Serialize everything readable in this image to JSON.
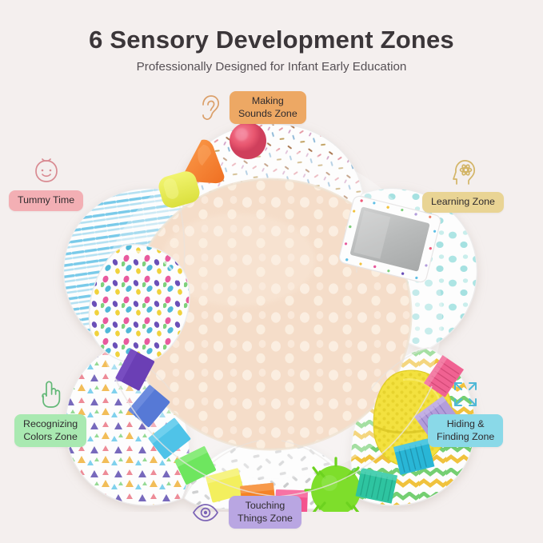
{
  "header": {
    "title": "6 Sensory Development Zones",
    "subtitle": "Professionally Designed for Infant Early Education"
  },
  "zones": [
    {
      "id": "tummy",
      "label": "Tummy Time",
      "icon": "baby-face-icon",
      "color": "#f3afb4",
      "icon_color": "#d98b92"
    },
    {
      "id": "sound",
      "label": "Making\nSounds Zone",
      "icon": "ear-icon",
      "color": "#eda864",
      "icon_color": "#dba06a"
    },
    {
      "id": "learn",
      "label": "Learning Zone",
      "icon": "head-brain-icon",
      "color": "#e9d494",
      "icon_color": "#d3b567"
    },
    {
      "id": "colors",
      "label": "Recognizing\nColors Zone",
      "icon": "pointing-hand-icon",
      "color": "#a9e9b1",
      "icon_color": "#63b877"
    },
    {
      "id": "hide",
      "label": "Hiding &\nFinding Zone",
      "icon": "expand-arrows-icon",
      "color": "#8ad9e8",
      "icon_color": "#4fb8d6"
    },
    {
      "id": "touch",
      "label": "Touching\nThings Zone",
      "icon": "eye-icon",
      "color": "#b9a6e2",
      "icon_color": "#7b63b5"
    }
  ],
  "product": {
    "name": "flower-shaped-baby-play-mat",
    "background_color": "#f4efee",
    "center_pad_color": "#f5ddc9",
    "center_dot_color": "#fdf3e8",
    "petals": [
      {
        "id": "petal-sprinkles",
        "pattern": "sprinkles",
        "colors": [
          "#ffffff",
          "#b08a6a",
          "#e0a0a6"
        ]
      },
      {
        "id": "petal-mirror",
        "pattern": "mint-blobs",
        "colors": [
          "#ffffff",
          "#9ae0de"
        ]
      },
      {
        "id": "petal-chevron",
        "pattern": "green-yellow-chevron",
        "colors": [
          "#ffffff",
          "#7fd07c",
          "#f2c43f"
        ]
      },
      {
        "id": "petal-dashes",
        "pattern": "gray-dashes",
        "colors": [
          "#ffffff",
          "#c9cacb"
        ]
      },
      {
        "id": "petal-triangles",
        "pattern": "color-triangles",
        "colors": [
          "#ffffff",
          "#6b5bbf",
          "#f0b23c",
          "#62c3e8"
        ]
      },
      {
        "id": "petal-stripes",
        "pattern": "blue-stripes",
        "colors": [
          "#ffffff",
          "#63c2e6"
        ]
      }
    ],
    "attachments": [
      {
        "id": "mirror",
        "name": "baby-safe-mirror",
        "zone": "learn"
      },
      {
        "id": "pom-pink",
        "name": "pink-pom-pom-ball",
        "color": "#ec5f7e"
      },
      {
        "id": "cone-orange",
        "name": "orange-cone-toy",
        "color": "#f68338"
      },
      {
        "id": "cube-yellow",
        "name": "yellow-cube-toy",
        "color": "#e8ec5c"
      },
      {
        "id": "minky-yellow",
        "name": "yellow-minky-patch",
        "color": "#f2e03c"
      },
      {
        "id": "crinkle-confetti",
        "name": "confetti-crinkle-patch",
        "color": "#ffffff"
      },
      {
        "id": "chenille-green",
        "name": "green-chenille-pom",
        "color": "#7ede2b"
      }
    ],
    "ribbon_tags": [
      "#6b3fb5",
      "#5679d6",
      "#4fc3e8",
      "#6ee65f",
      "#f3ef5e",
      "#f58326",
      "#f4538e"
    ],
    "fringe_tassels": [
      "#f06292",
      "#b39ddb",
      "#29b6d6",
      "#2ec4a0",
      "#2ebfa5"
    ]
  }
}
